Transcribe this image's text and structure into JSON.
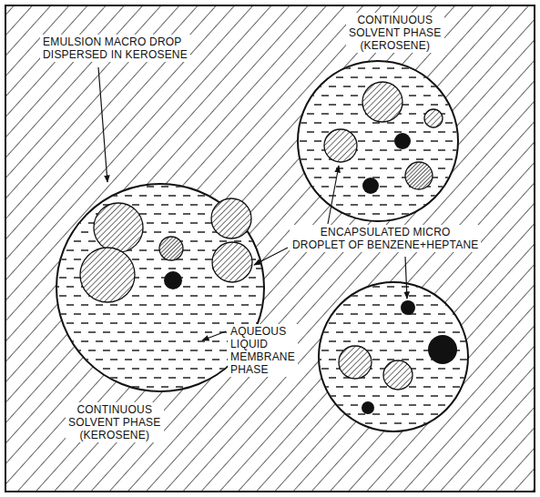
{
  "diagram": {
    "labels": [
      "EMULSION MACRO DROP DISPERSED IN KEROSENE",
      "CONTINUOUS SOLVENT PHASE (KEROSENE)",
      "ENCAPSULATED MICRO DROPLET OF BENZENE+HEPTANE",
      "AQUEOUS LIQUID MEMBRANE PHASE",
      "CONTINUOUS SOLVENT PHASE (KEROSENE)"
    ]
  }
}
